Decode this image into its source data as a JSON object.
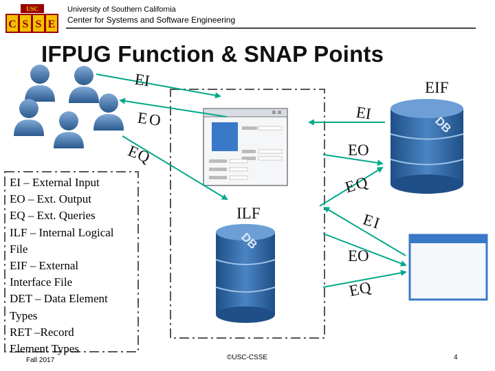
{
  "header": {
    "university": "University of Southern California",
    "center": "Center for Systems and Software Engineering",
    "logo_top": "USC",
    "logo_letters": [
      "C",
      "S",
      "S",
      "E"
    ]
  },
  "title": "IFPUG Function & SNAP Points",
  "labels": {
    "ei_top": "EI",
    "eif_top": "EIF",
    "eo_left": "EO",
    "ei_right": "EI",
    "eq_left": "EQ",
    "eo_right": "EO",
    "eq_right": "EQ",
    "ilf": "ILF",
    "ei_low": "EI",
    "eo_low": "EO",
    "eq_low": "EQ"
  },
  "db_label": "DB",
  "legend": [
    "EI – External Input",
    "EO – Ext. Output",
    "EQ – Ext. Queries",
    "ILF – Internal Logical",
    "File",
    "EIF – External",
    "Interface File",
    "DET – Data Element",
    "Types",
    "RET  –Record",
    "Element Types"
  ],
  "footer": {
    "left": "Fall 2017",
    "center": "©USC-CSSE",
    "page": "4"
  },
  "colors": {
    "arrow": "#00a88a",
    "db_blue": "#2a5a90",
    "db_light": "#5a8fc8",
    "window_blue": "#3a78c8",
    "usc_red": "#990000",
    "usc_gold": "#f2c200"
  },
  "icons": [
    "users-icon",
    "database-icon",
    "app-window-icon",
    "form-window-icon"
  ]
}
